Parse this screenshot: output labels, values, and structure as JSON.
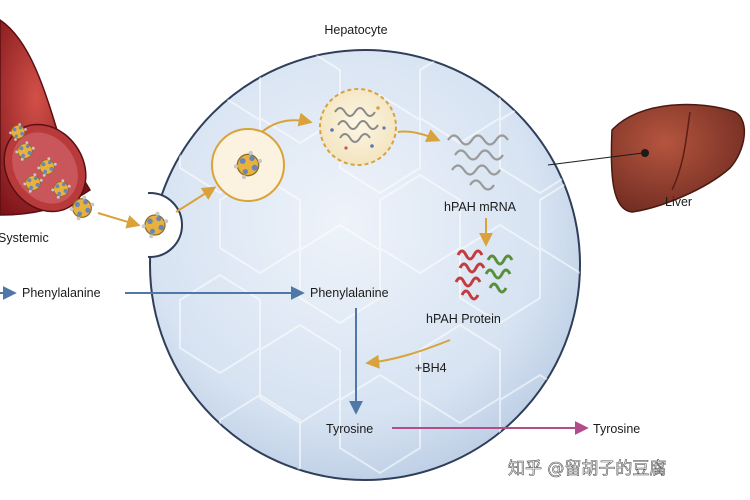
{
  "labels": {
    "hepatocyte": "Hepatocyte",
    "liver": "Liver",
    "systemic": "Systemic",
    "phe_outside": "Phenylalanine",
    "phe_inside": "Phenylalanine",
    "hpah_mrna": "hPAH mRNA",
    "hpah_protein": "hPAH Protein",
    "bh4": "+BH4",
    "tyr_inside": "Tyrosine",
    "tyr_outside": "Tyrosine"
  },
  "watermark": "知乎 @留胡子的豆腐",
  "colors": {
    "cell_fill": "#dbe6f4",
    "cell_edge": "#2f3e59",
    "transport_arrow": "#d9a23a",
    "phe_arrow": "#4f78a6",
    "tyr_arrow": "#b14d88",
    "liver": "#8e3a2c",
    "vessel": "#a3242a"
  }
}
